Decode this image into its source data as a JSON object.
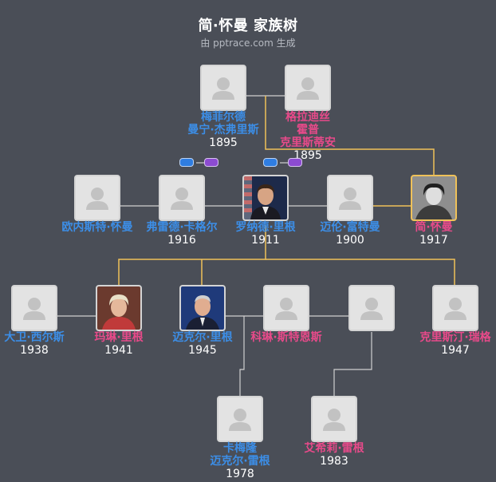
{
  "header": {
    "title": "简·怀曼 家族树",
    "subtitle": "由 pptrace.com 生成"
  },
  "colors": {
    "background": "#4a4e57",
    "male": "#3c8ee7",
    "female": "#e84a8a",
    "highlight_line": "#efc159",
    "plain_line": "#d0d0d0"
  },
  "people": [
    {
      "id": "p1",
      "name": "梅菲尔德\n曼宁·杰弗里斯",
      "year": "1895",
      "gender": "male",
      "icon": "person-placeholder-icon"
    },
    {
      "id": "p2",
      "name": "格拉迪丝\n霍普\n克里斯蒂安",
      "year": "1895",
      "gender": "female",
      "icon": "person-placeholder-icon"
    },
    {
      "id": "p3",
      "name": "欧内斯特·怀曼",
      "year": "",
      "gender": "male",
      "icon": "person-placeholder-icon"
    },
    {
      "id": "p4",
      "name": "弗雷德·卡格尔",
      "year": "1916",
      "gender": "male",
      "icon": "person-placeholder-icon"
    },
    {
      "id": "p5",
      "name": "罗纳德·里根",
      "year": "1911",
      "gender": "male",
      "icon": "photo-ronald-reagan"
    },
    {
      "id": "p6",
      "name": "迈伦·富特曼",
      "year": "1900",
      "gender": "male",
      "icon": "person-placeholder-icon"
    },
    {
      "id": "p7",
      "name": "简·怀曼",
      "year": "1917",
      "gender": "female",
      "icon": "photo-jane-wyman"
    },
    {
      "id": "p8",
      "name": "大卫·西尔斯",
      "year": "1938",
      "gender": "male",
      "icon": "person-placeholder-icon"
    },
    {
      "id": "p9",
      "name": "玛琳·里根",
      "year": "1941",
      "gender": "female",
      "icon": "photo-maureen-reagan"
    },
    {
      "id": "p10",
      "name": "迈克尔·里根",
      "year": "1945",
      "gender": "male",
      "icon": "photo-michael-reagan"
    },
    {
      "id": "p11",
      "name": "科琳·斯特恩斯",
      "year": "",
      "gender": "female",
      "icon": "person-placeholder-icon"
    },
    {
      "id": "p12",
      "name": "",
      "year": "",
      "gender": "male",
      "icon": "person-placeholder-icon"
    },
    {
      "id": "p13",
      "name": "克里斯汀·瑞格",
      "year": "1947",
      "gender": "female",
      "icon": "person-placeholder-icon"
    },
    {
      "id": "p14",
      "name": "卡梅隆\n迈克尔·雷根",
      "year": "1978",
      "gender": "male",
      "icon": "person-placeholder-icon"
    },
    {
      "id": "p15",
      "name": "艾希莉·雷根",
      "year": "1983",
      "gender": "female",
      "icon": "person-placeholder-icon"
    }
  ],
  "badges": [
    {
      "id": "b1",
      "color": "blue"
    },
    {
      "id": "b2",
      "color": "purple"
    },
    {
      "id": "b3",
      "color": "blue"
    },
    {
      "id": "b4",
      "color": "purple"
    }
  ]
}
